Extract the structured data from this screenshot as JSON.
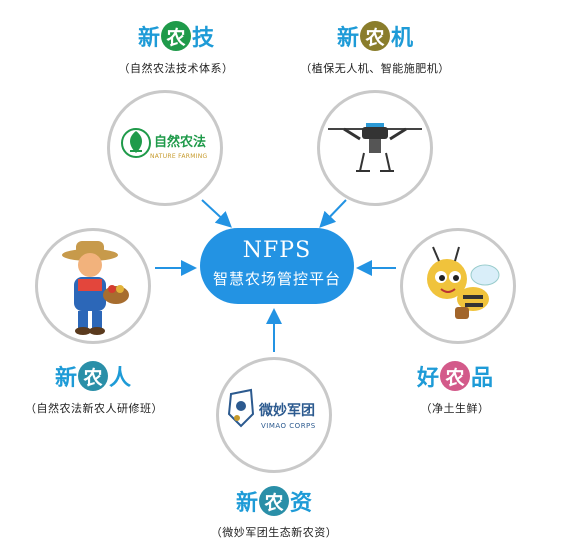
{
  "center": {
    "line1": "NFPS",
    "line2": "智慧农场管控平台"
  },
  "colors": {
    "blue": "#1e9bd7",
    "green": "#1f9a4a",
    "olive": "#8a7d2c",
    "teal": "#2a8fa8",
    "pink": "#d35a8a",
    "center": "#2393e3"
  },
  "nodes": {
    "tech": {
      "pre": "新",
      "badge": "农",
      "post": "技",
      "sub": "（自然农法技术体系）",
      "logo_cn": "自然农法",
      "logo_en": "NATURE FARMING"
    },
    "machine": {
      "pre": "新",
      "badge": "农",
      "post": "机",
      "sub": "（植保无人机、智能施肥机）"
    },
    "people": {
      "pre": "新",
      "badge": "农",
      "post": "人",
      "sub": "（自然农法新农人研修班）"
    },
    "product": {
      "pre": "好",
      "badge": "农",
      "post": "品",
      "sub": "（净土生鲜）"
    },
    "capital": {
      "pre": "新",
      "badge": "农",
      "post": "资",
      "sub": "（微妙军团生态新农资）",
      "logo_cn": "微妙军团",
      "logo_en": "VIMAO CORPS"
    }
  }
}
